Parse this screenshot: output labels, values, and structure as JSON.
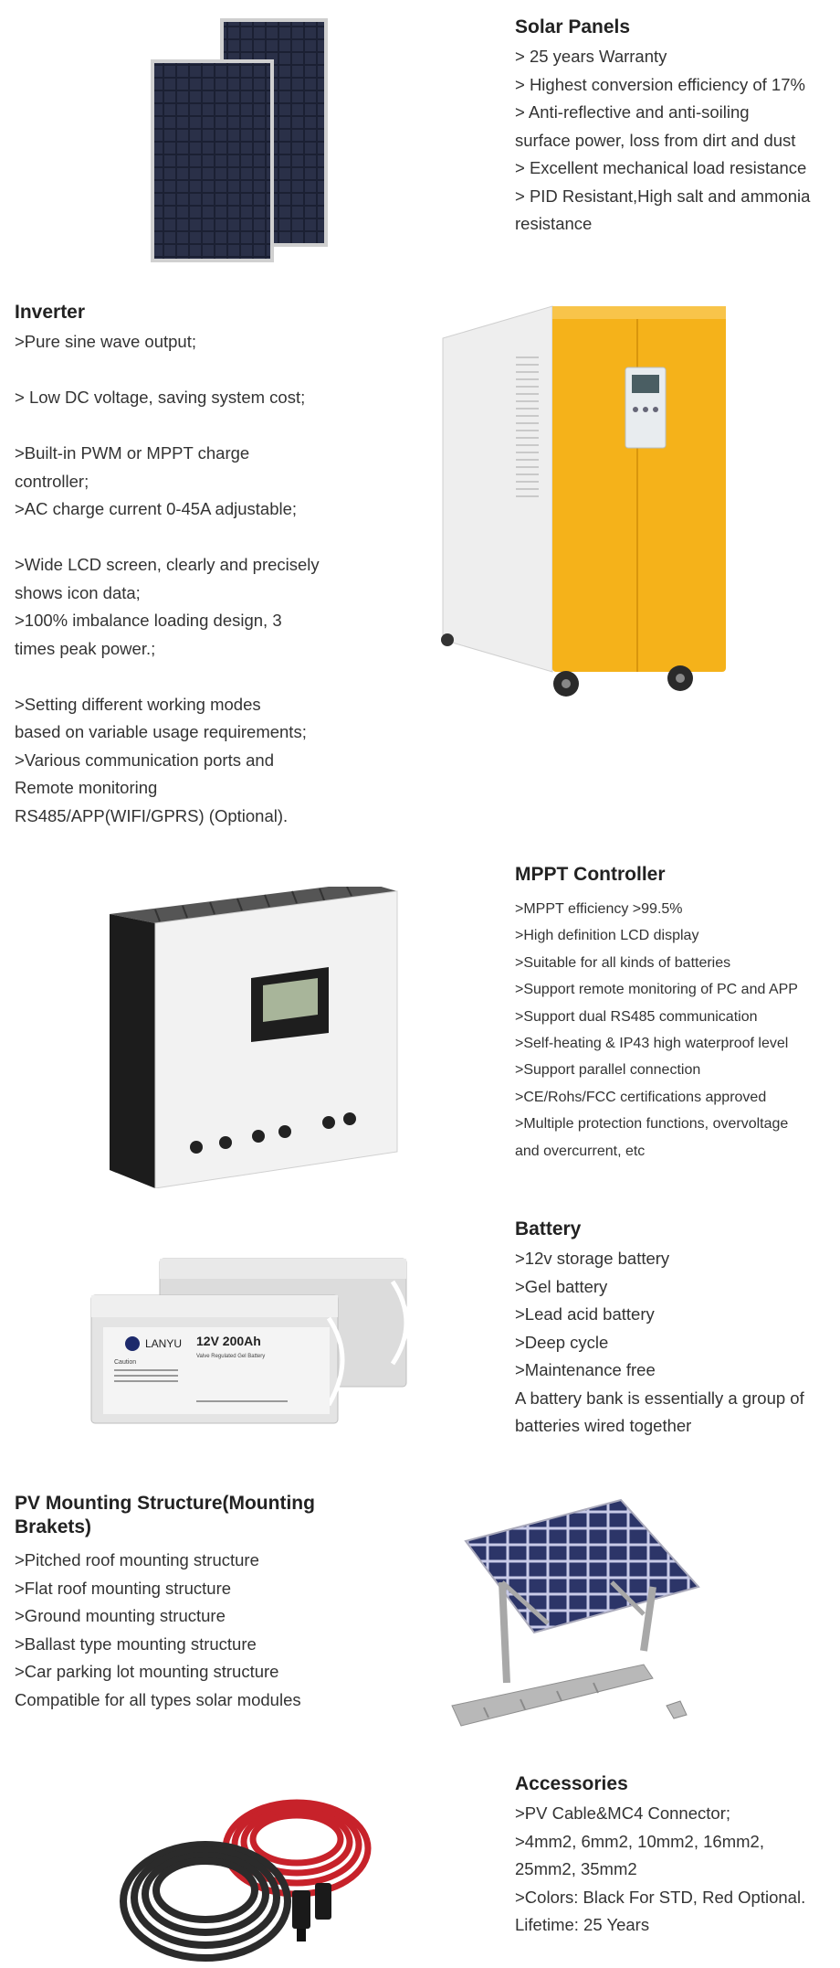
{
  "solar_panels": {
    "title": "Solar Panels",
    "lines": [
      "> 25 years Warranty",
      "> Highest conversion efficiency of 17%",
      "> Anti-reflective and anti-soiling",
      "surface power, loss from dirt and dust",
      "> Excellent mechanical load resistance",
      "> PID Resistant,High salt and ammonia",
      "resistance"
    ]
  },
  "inverter": {
    "title": "Inverter",
    "lines": [
      ">Pure sine wave output;",
      "",
      "> Low DC voltage, saving system cost;",
      "",
      ">Built-in PWM or MPPT charge",
      "controller;",
      ">AC charge current 0-45A adjustable;",
      "",
      ">Wide LCD screen, clearly and precisely",
      "shows icon data;",
      ">100% imbalance loading design, 3",
      "times peak power.;",
      "",
      ">Setting different working modes",
      "based on variable usage requirements;",
      ">Various communication ports and",
      "Remote monitoring",
      "RS485/APP(WIFI/GPRS) (Optional)."
    ]
  },
  "mppt": {
    "title": "MPPT Controller",
    "lines": [
      ">MPPT efficiency >99.5%",
      ">High definition LCD display",
      ">Suitable for all kinds of batteries",
      ">Support remote monitoring of PC and APP",
      ">Support dual RS485 communication",
      ">Self-heating & IP43 high waterproof level",
      ">Support parallel connection",
      ">CE/Rohs/FCC certifications approved",
      ">Multiple protection functions, overvoltage",
      "and overcurrent, etc"
    ]
  },
  "battery": {
    "title": "Battery",
    "lines": [
      ">12v storage battery",
      ">Gel battery",
      ">Lead acid battery",
      ">Deep cycle",
      ">Maintenance free",
      "A battery bank is essentially a group of",
      "batteries wired together"
    ],
    "label_brand": "LANYU",
    "label_spec": "12V 200Ah",
    "label_sub": "Valve Regulated Gel Battery",
    "label_caution": "Caution"
  },
  "mounting": {
    "title": "PV Mounting Structure(Mounting Brakets)",
    "lines": [
      ">Pitched roof mounting structure",
      ">Flat roof mounting structure",
      ">Ground mounting structure",
      ">Ballast type mounting structure",
      ">Car parking lot mounting structure",
      "Compatible for all types solar modules"
    ]
  },
  "accessories": {
    "title": "Accessories",
    "lines": [
      ">PV Cable&MC4 Connector;",
      ">4mm2, 6mm2, 10mm2, 16mm2,",
      "25mm2, 35mm2",
      ">Colors: Black For STD, Red Optional.",
      "Lifetime: 25 Years"
    ]
  },
  "colors": {
    "inverter_yellow": "#f5b21a",
    "cable_red": "#c7222a",
    "cable_black": "#2b2b2b",
    "panel_blue": "#2c3568"
  }
}
